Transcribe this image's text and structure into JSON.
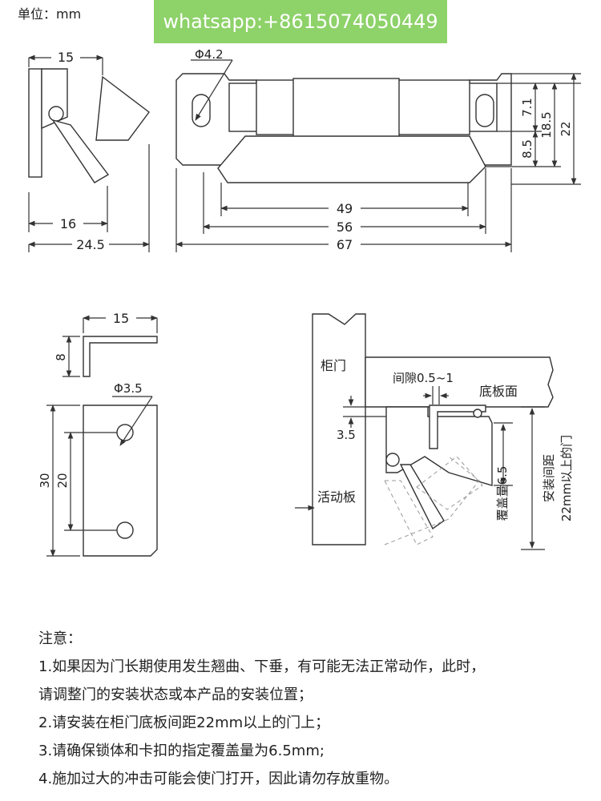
{
  "header": {
    "unit": "单位：mm",
    "watermark": "whatsapp:+8615074050449"
  },
  "side_view": {
    "dim_top": "15",
    "dim_mid": "16",
    "dim_bottom": "24.5"
  },
  "front_view": {
    "hole": "Φ4.2",
    "d49": "49",
    "d56": "56",
    "d67": "67",
    "d7_1": "7.1",
    "d8_5": "8.5",
    "d18_5": "18.5",
    "d22": "22"
  },
  "bracket": {
    "dim_15": "15",
    "dim_8": "8",
    "hole": "Φ3.5",
    "dim_30": "30",
    "dim_20": "20"
  },
  "install": {
    "cabinet_door": "柜门",
    "gap": "间隙0.5~1",
    "bottom_panel": "底板面",
    "dim_3_5": "3.5",
    "movable_plate": "活动板",
    "overlap": "覆盖量6.5",
    "distance_1": "安装间距",
    "distance_2": "22mm以上的门"
  },
  "notes": {
    "title": "注意：",
    "n1a": "1.如果因为门长期使用发生翘曲、下垂，有可能无法正常动作，此时，",
    "n1b": "请调整门的安装状态或本产品的安装位置；",
    "n2": "2.请安装在柜门底板间距22mm以上的门上；",
    "n3": "3.请确保锁体和卡扣的指定覆盖量为6.5mm;",
    "n4": "4.施加过大的冲击可能会使门打开，因此请勿存放重物。"
  },
  "colors": {
    "watermark_bg": "#8ed26a",
    "line": "#333333"
  }
}
